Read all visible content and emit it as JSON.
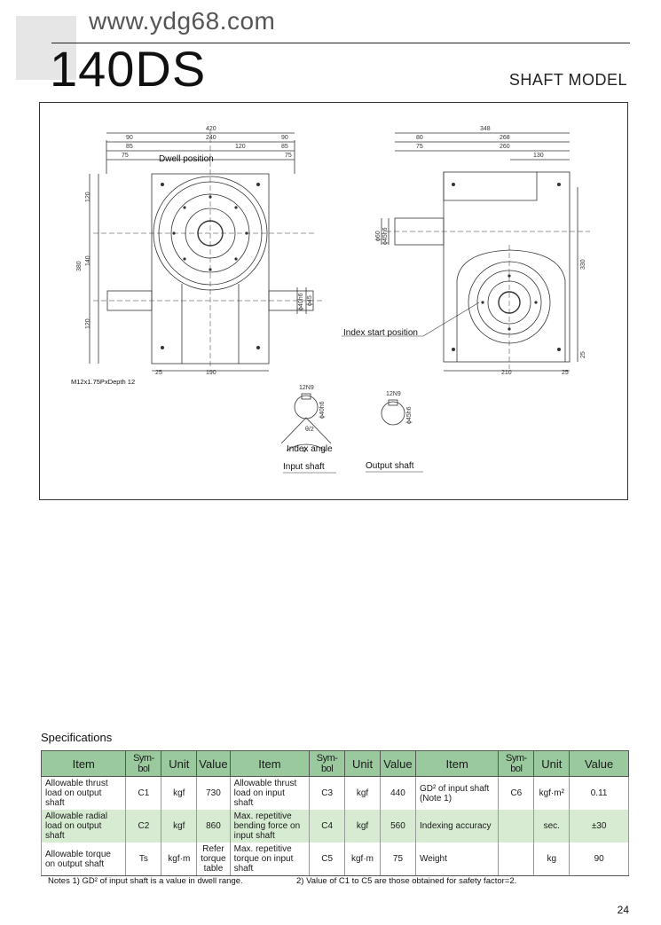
{
  "header": {
    "url": "www.ydg68.com",
    "model": "140DS",
    "subtitle": "SHAFT MODEL"
  },
  "drawing": {
    "front_dims": [
      "420",
      "90",
      "240",
      "90",
      "85",
      "120",
      "85",
      "75",
      "75",
      "120",
      "380",
      "140",
      "120",
      "25",
      "190",
      "ϕ40h6",
      "ϕ45"
    ],
    "side_dims": [
      "348",
      "80",
      "268",
      "75",
      "260",
      "130",
      "ϕ60",
      "ϕ45h6",
      "330",
      "25",
      "210",
      "25"
    ],
    "detail_dims": [
      "12N9",
      "ϕ40h6",
      "θ/2",
      "θ",
      "12N9",
      "ϕ45h6"
    ],
    "labels": {
      "dwell_position": "Dwell position",
      "index_start_position": "Index start position",
      "thread": "M12x1.75PxDepth 12",
      "index_angle": "Index angle",
      "input_shaft": "Input shaft",
      "output_shaft": "Output shaft"
    }
  },
  "specifications": {
    "title": "Specifications",
    "headers": [
      "Item",
      "Sym-bol",
      "Unit",
      "Value",
      "Item",
      "Sym-bol",
      "Unit",
      "Value",
      "Item",
      "Sym-bol",
      "Unit",
      "Value"
    ],
    "rows": [
      [
        "Allowable thrust load on output shaft",
        "C1",
        "kgf",
        "730",
        "Allowable thrust load on input shaft",
        "C3",
        "kgf",
        "440",
        "GD² of input shaft (Note 1)",
        "C6",
        "kgf·m²",
        "0.11"
      ],
      [
        "Allowable radial load on output shaft",
        "C2",
        "kgf",
        "860",
        "Max. repetitive bending force on input shaft",
        "C4",
        "kgf",
        "560",
        "Indexing accuracy",
        "",
        "sec.",
        "±30"
      ],
      [
        "Allowable torque on output shaft",
        "Ts",
        "kgf·m",
        "Refer torque table",
        "Max. repetitive torque on input shaft",
        "C5",
        "kgf·m",
        "75",
        "Weight",
        "",
        "kg",
        "90"
      ]
    ],
    "note1": "Notes 1) GD² of input shaft is a value in dwell range.",
    "note2": "2) Value of C1 to C5 are those obtained for safety factor=2."
  },
  "page_number": "24"
}
